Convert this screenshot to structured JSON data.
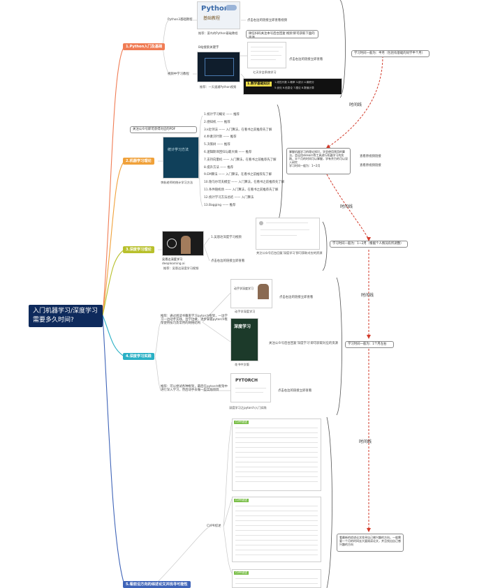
{
  "root": {
    "title": "入门机器学习/深度学习需要多久时间?"
  },
  "branches": [
    {
      "label": "1.Python入门及基础",
      "color": "#f07c54"
    },
    {
      "label": "2.机器学习理论",
      "color": "#f0a13a"
    },
    {
      "label": "3.深度学习理论",
      "color": "#b8c02c"
    },
    {
      "label": "4.深度学习实践",
      "color": "#2ab0c5"
    },
    {
      "label": "5.看前沿方向的综述论文并找寻可能性",
      "color": "#3f64b8"
    }
  ],
  "python": {
    "book_caption": "Python3基础教程",
    "book_title": "Python3",
    "book_subtitle": "基础教程",
    "book_note": "推荐：菜鸟的Python基础教程",
    "video_link": "点击右边的链接立即查看视频",
    "video_title": "微信扫码关注本号后台回复'视频'即可获取下面的资源",
    "video_caption": "推荐：一天速通Python视频",
    "video_search": "B站搜索关键字",
    "video_label": "视频中学习教程",
    "lesson_caption": "1.数学基础知识",
    "lesson_note": "七天学会系统学习",
    "lesson_hint": "点击右边的链接立即查看",
    "lesson_lines": [
      "1.线性代数  2.概率  3.统计  4.微积分",
      "5.优化  6.信息论  7.图论  8.数值计算"
    ]
  },
  "timeline": {
    "label": "时间线",
    "boxes": [
      "学习时间一般为：半月（包括有基础的同学半个月）",
      "掌握机器学习的理论知识，学会使用常用的算法，会运用sklearn等工具进行机器学习的实践，半个月的时间可以掌握，学有余力的可以深入研究",
      "学习时间一般为：1~2月",
      "学习时间一般为：1~2月（根据个人情况有所调整）",
      "学习时间一般为：1个月左右",
      "看最新的综述论文找寻自己感兴趣的方向，一般需要一个月的时间去大量阅读论文，并且找出自己感兴趣的方向"
    ]
  },
  "ml": {
    "book_title": "统计学习方法",
    "book_caption": "李航老师的统计学习方法",
    "side_note": "关注公众号即可获得对应的PDF",
    "chapters": [
      "1.统计学习概论 —— 推荐",
      "2.感知机 —— 推荐",
      "3.k近邻法 —— 入门算法，在看书之前推荐先了解",
      "4.朴素贝叶斯 —— 推荐",
      "5.决策树 —— 推荐",
      "6.逻辑斯谛回归与最大熵 —— 推荐",
      "7.支持向量机 —— 入门算法，在看书之前推荐先了解",
      "8.提升方法 —— 推荐",
      "9.EM算法 —— 入门算法，在看书之前推荐先了解",
      "10.隐马尔可夫模型 —— 入门算法，在看书之前推荐先了解",
      "11.条件随机场 —— 入门算法，在看书之前推荐先了解",
      "12.统计学习方法总结 —— 入门算法",
      "13.Bagging —— 推荐"
    ],
    "links": [
      "查看原视频链接",
      "查看原视频链接"
    ]
  },
  "dl": {
    "video_caption": "吴恩达深度学习",
    "video_sub": "deeplearning.ai",
    "video_note": "推荐：吴恩达深度学习视频",
    "item1": "1.吴恩达深度学习视频",
    "item2": "点击右边的链接立即查看",
    "qr_note": "关注公众号后台回复'深度学习'即可获取对应的资源"
  },
  "practice": {
    "intro": "推荐：通过阅读书籍来学习pytorch框架，一边学习一边动手实践，边学边做，逐步掌握pytorch框架使用技巧及常用的网络结构",
    "book1_caption": "动手学深度学习",
    "book1_title": "动手学深度学习",
    "book2_title": "深度学习",
    "book2_caption": "花书中文版",
    "book2_note": "关注公众号后台回复'深度学习'即可获取对应的资源",
    "book3_title": "PYTORCH",
    "book3_caption": "深度学习之pytorch入门实践",
    "links": [
      "点击右边的链接立即查看",
      "点击右边的链接立即查看"
    ],
    "note2": "推荐：可以尝试各种框架，最后在pytorch框架中进行深入学习，然后动手去做一些实践项目"
  },
  "papers": {
    "label": "CVPR综述",
    "section_titles": [
      "CVPR综述",
      "CVPR综述",
      "CVPR综述"
    ]
  }
}
